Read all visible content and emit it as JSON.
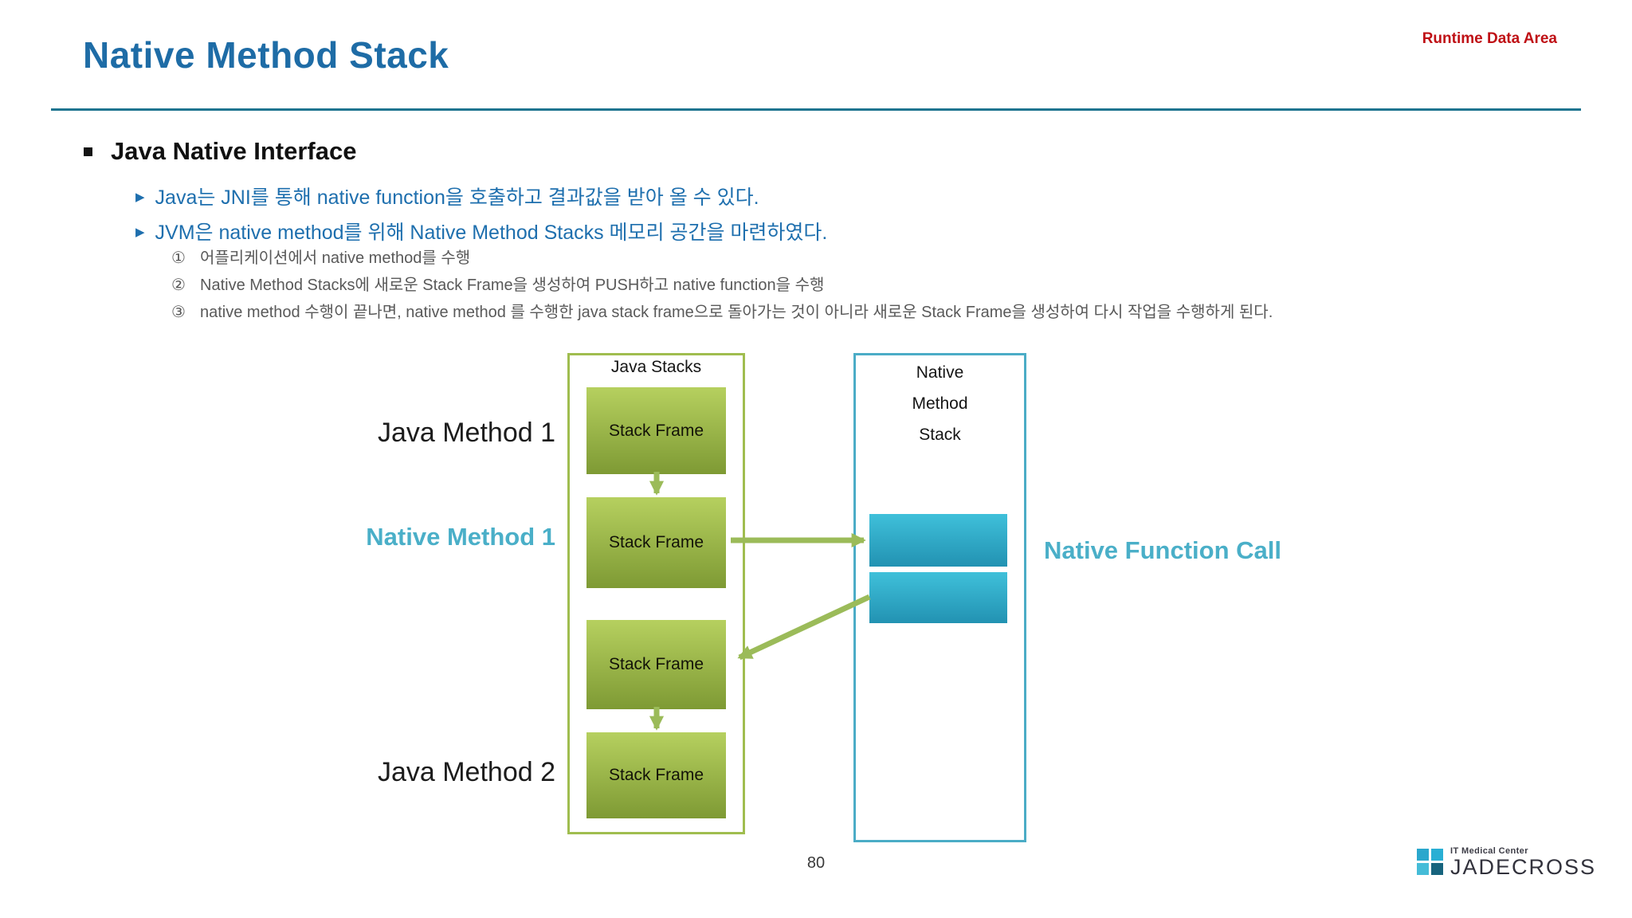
{
  "header": {
    "title": "Native Method Stack",
    "corner_tag": "Runtime Data Area"
  },
  "content": {
    "heading": "Java Native Interface",
    "bullets": [
      "Java는 JNI를 통해 native function을 호출하고 결과값을 받아 올 수 있다.",
      "JVM은 native method를 위해 Native Method Stacks 메모리 공간을 마련하였다."
    ],
    "numbered": [
      {
        "num": "①",
        "text": "어플리케이션에서 native method를 수행"
      },
      {
        "num": "②",
        "text": "Native Method Stacks에 새로운 Stack Frame을 생성하여 PUSH하고 native function을 수행"
      },
      {
        "num": "③",
        "text": "native method 수행이 끝나면, native method 를 수행한 java stack frame으로 돌아가는 것이 아니라 새로운 Stack Frame을 생성하여 다시 작업을 수행하게 된다."
      }
    ]
  },
  "diagram": {
    "java_stacks": {
      "title": "Java Stacks",
      "frames": [
        "Stack Frame",
        "Stack Frame",
        "Stack Frame",
        "Stack Frame"
      ]
    },
    "native_stack": {
      "title_line1": "Native",
      "title_line2": "Method",
      "title_line3": "Stack"
    },
    "labels": {
      "java_method_1": "Java Method 1",
      "native_method_1": "Native Method 1",
      "java_method_2": "Java Method 2",
      "native_function_call": "Native Function Call"
    }
  },
  "footer": {
    "page_number": "80",
    "logo": {
      "top_text": "IT Medical Center",
      "name": "JADECROSS"
    }
  },
  "colors": {
    "title_blue": "#1e6ca6",
    "tag_red": "#bf1015",
    "divider_teal": "#1f7490",
    "bullet_blue": "#1e6fae",
    "note_gray": "#595959",
    "olive_border": "#a0bd4f",
    "olive_arrow": "#9bbb59",
    "frame_gradient_top": "#b6d05f",
    "frame_gradient_bottom": "#7e9a34",
    "cyan_border": "#4bacc6",
    "cyan_gradient_top": "#3fc0da",
    "cyan_gradient_bottom": "#2292b2",
    "label_cyan": "#4aafc8",
    "logo_squares": [
      "#2aa7cd",
      "#29afd4",
      "#45bcd8",
      "#17647e"
    ]
  }
}
